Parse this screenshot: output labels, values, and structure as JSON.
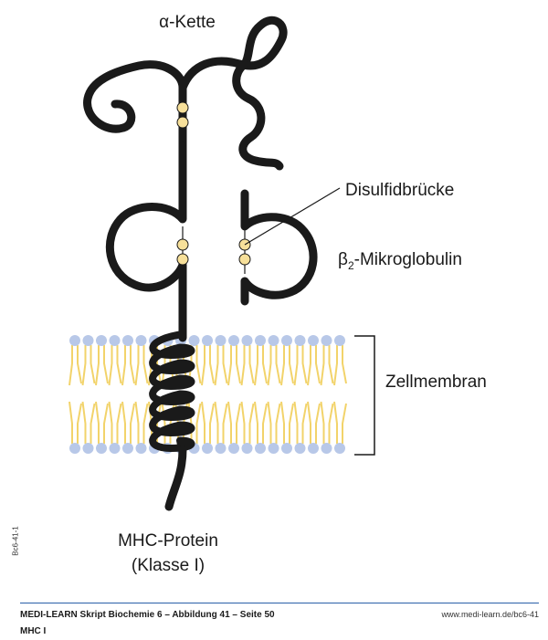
{
  "labels": {
    "alpha_chain": "α-Kette",
    "disulfide": "Disulfidbrücke",
    "beta2_prefix": "β",
    "beta2_sub": "2",
    "beta2_suffix": "-Mikroglobulin",
    "membrane": "Zellmembran",
    "protein_line1": "MHC-Protein",
    "protein_line2": "(Klasse I)"
  },
  "side_code": "Bc6-41-1",
  "footer": {
    "left": "MEDI-LEARN Skript Biochemie 6 – Abbildung 41 – Seite 50",
    "right": "www.medi-learn.de/bc6-41",
    "sub": "MHC I"
  },
  "colors": {
    "chain": "#1a1a1a",
    "disulfide_dot": "#f7e09a",
    "lipid_head": "#b8c8e8",
    "lipid_tail": "#f2d36a",
    "footer_rule": "#2a5fa8"
  }
}
